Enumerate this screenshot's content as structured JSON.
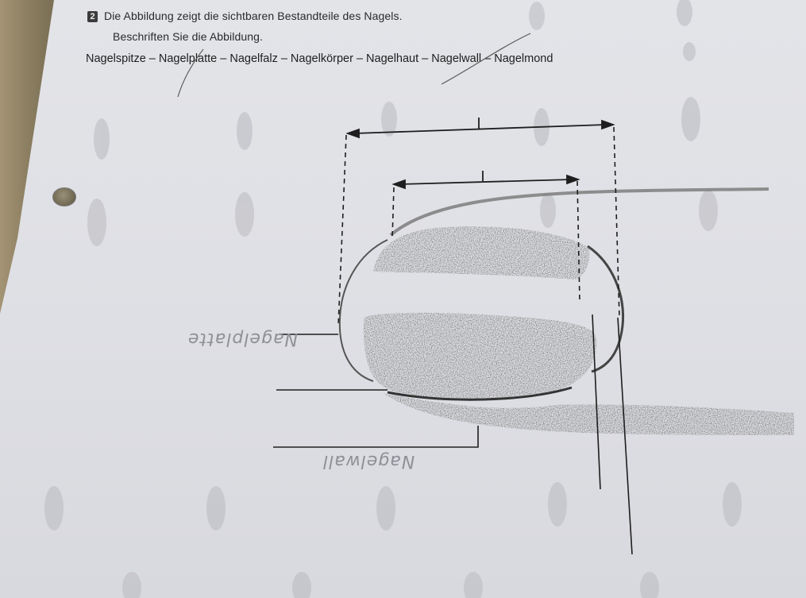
{
  "task": {
    "number": "2",
    "line1": "Die Abbildung zeigt die sichtbaren Bestandteile des Nagels.",
    "line2": "Beschriften Sie die Abbildung."
  },
  "word_bank": "Nagelspitze – Nagelplatte – Nagelfalz – Nagelkörper – Nagelhaut – Nagelwall – Nagelmond",
  "answers": {
    "answer_1": "Nagelplatte",
    "answer_2": "Nagelwall"
  },
  "colors": {
    "paper": "#e1e2e6",
    "ink": "#1e1e1e",
    "pencil": "#8f8f96",
    "stipple": "#3a3a3a"
  }
}
